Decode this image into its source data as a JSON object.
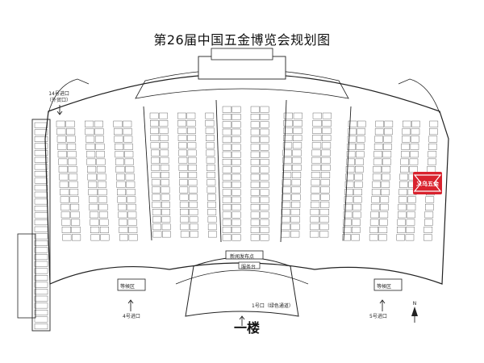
{
  "title": "第26届中国五金博览会规划图",
  "floor_label": "一楼",
  "gates": {
    "gate14_line1": "14号进口",
    "gate14_line2": "（外贸口）",
    "gate1": "1号口（绿色通道）",
    "gate4": "4号进口",
    "gate5": "5号进口"
  },
  "areas": {
    "waiting_left": "等候区",
    "waiting_right": "等候区",
    "press": "新闻发布点",
    "service": "服务台"
  },
  "colors": {
    "line": "#222222",
    "logo_red": "#d9232e",
    "logo_text": "#ffffff"
  },
  "logo": {
    "name": "exhibition-logo",
    "text": "义乌五金"
  },
  "compass": "N"
}
